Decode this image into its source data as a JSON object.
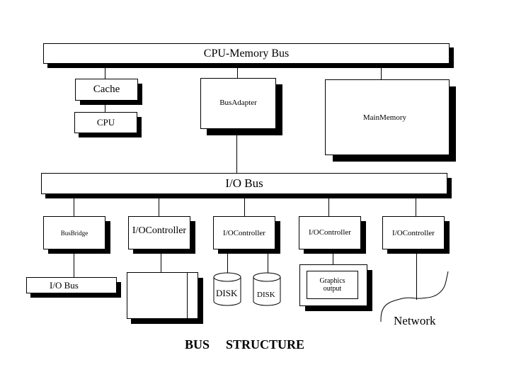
{
  "diagram": {
    "title_word1": "BUS",
    "title_word2": "STRUCTURE",
    "cpu_memory_bus": "CPU-Memory Bus",
    "cache": "Cache",
    "cpu": "CPU",
    "bus_adapter": "BusAdapter",
    "main_memory": "MainMemory",
    "io_bus": "I/O Bus",
    "bus_bridge": "BusBridge",
    "io_controllers": [
      "I/OController",
      "I/OController",
      "I/OController",
      "I/OController"
    ],
    "secondary_io_bus": "I/O Bus",
    "disks": [
      "DISK",
      "DISK"
    ],
    "graphics_output": "Graphics output",
    "network": "Network"
  }
}
